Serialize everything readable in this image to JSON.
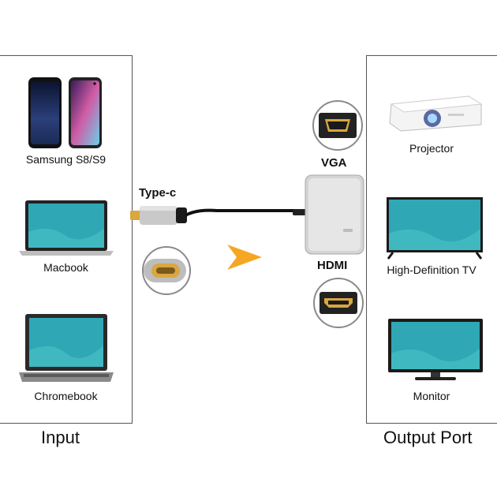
{
  "input": {
    "heading": "Input",
    "devices": [
      {
        "label": "Samsung S8/S9",
        "icon": "smartphones-icon"
      },
      {
        "label": "Macbook",
        "icon": "macbook-laptop-icon"
      },
      {
        "label": "Chromebook",
        "icon": "chromebook-laptop-icon"
      }
    ]
  },
  "adapter": {
    "cable_label": "Type-c",
    "ports": [
      {
        "label": "VGA",
        "icon": "vga-port-icon"
      },
      {
        "label": "HDMI",
        "icon": "hdmi-port-icon"
      }
    ],
    "arrow_icon": "arrow-right-icon",
    "arrow_color": "#f5a623"
  },
  "output": {
    "heading": "Output Port",
    "devices": [
      {
        "label": "Projector",
        "icon": "projector-icon"
      },
      {
        "label": "High-Definition TV",
        "icon": "tv-icon"
      },
      {
        "label": "Monitor",
        "icon": "monitor-icon"
      }
    ]
  },
  "colors": {
    "screen": "#2fa7b5",
    "metal": "#c9c9c9",
    "gold": "#d9a640"
  }
}
